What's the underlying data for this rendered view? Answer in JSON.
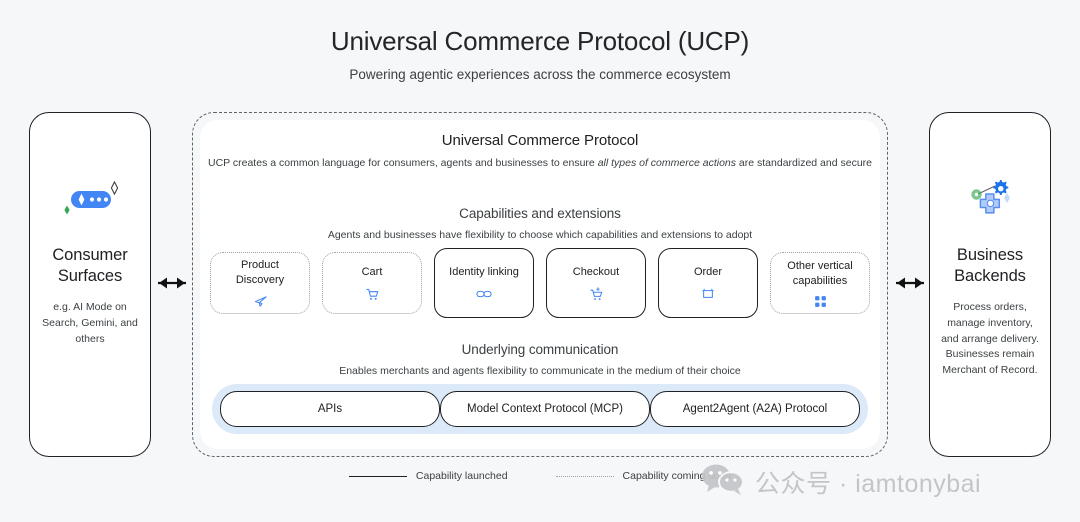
{
  "header": {
    "title": "Universal Commerce Protocol (UCP)",
    "subtitle": "Powering agentic experiences across the commerce ecosystem"
  },
  "left_panel": {
    "icon": "ai-sparkle-pill-icon",
    "title": "Consumer Surfaces",
    "description": "e.g. AI Mode on Search, Gemini, and others"
  },
  "right_panel": {
    "icon": "gears-settings-icon",
    "title": "Business Backends",
    "description": "Process orders, manage inventory, and arrange delivery. Businesses remain Merchant of Record."
  },
  "arrows": {
    "left": "double-headed-arrow-icon",
    "right": "double-headed-arrow-icon"
  },
  "ucp": {
    "heading": "Universal Commerce Protocol",
    "desc_part1": "UCP creates a common language for consumers, agents and businesses to ensure ",
    "desc_em": "all types of commerce actions",
    "desc_part2": " are standardized and secure"
  },
  "capabilities_section": {
    "heading": "Capabilities and extensions",
    "description": "Agents and businesses have flexibility to choose which capabilities and extensions to adopt",
    "cards": [
      {
        "label": "Product Discovery",
        "status": "coming",
        "icon": "paper-plane-icon"
      },
      {
        "label": "Cart",
        "status": "coming",
        "icon": "shopping-cart-icon"
      },
      {
        "label": "Identity linking",
        "status": "launched",
        "icon": "link-chain-icon"
      },
      {
        "label": "Checkout",
        "status": "launched",
        "icon": "checkout-cart-icon"
      },
      {
        "label": "Order",
        "status": "launched",
        "icon": "order-box-icon"
      },
      {
        "label": "Other vertical capabilities",
        "status": "coming",
        "icon": "grid-apps-icon"
      }
    ]
  },
  "underlying_section": {
    "heading": "Underlying communication",
    "description": "Enables merchants and agents flexibility to communicate in the medium of their choice",
    "protocols": [
      {
        "label": "APIs"
      },
      {
        "label": "Model Context Protocol (MCP)"
      },
      {
        "label": "Agent2Agent (A2A) Protocol"
      }
    ]
  },
  "legend": {
    "launched_label": "Capability launched",
    "coming_label": "Capability coming soon"
  },
  "watermark": {
    "icon": "wechat-bubble-icon",
    "text": "公众号 · iamtonybai"
  },
  "colors": {
    "background": "#f6f7f9",
    "panel": "#ffffff",
    "accent_blue": "#4285f4",
    "band_blue": "#dbe9f8",
    "ink": "#202124",
    "muted": "#9aa0a6"
  }
}
